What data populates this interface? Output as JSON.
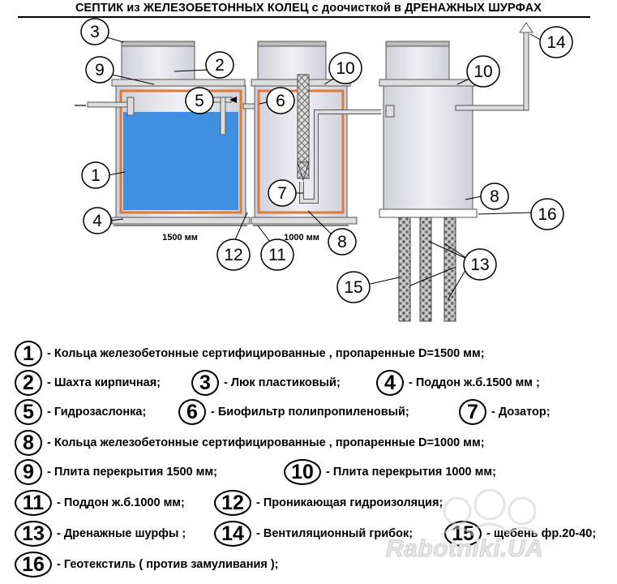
{
  "title": "СЕПТИК из ЖЕЛЕЗОБЕТОННЫХ КОЛЕЦ с доочисткой в ДРЕНАЖНЫХ ШУРФАХ",
  "dimensions": {
    "left_width": "1500 мм",
    "middle_width": "1000 мм"
  },
  "callouts": [
    "3",
    "14",
    "9",
    "2",
    "10",
    "10",
    "5",
    "6",
    "1",
    "7",
    "8",
    "4",
    "16",
    "12",
    "11",
    "8",
    "13",
    "15"
  ],
  "legend": [
    {
      "num": "1",
      "text": "Кольца железобетонные сертифицированные , пропаренные D=1500 мм;"
    },
    {
      "num": "2",
      "text": "Шахта кирпичная;"
    },
    {
      "num": "3",
      "text": "Люк пластиковый;"
    },
    {
      "num": "4",
      "text": "Поддон ж.б.1500 мм ;"
    },
    {
      "num": "5",
      "text": "Гидрозаслонка;"
    },
    {
      "num": "6",
      "text": "Биофильтр полипропиленовый;"
    },
    {
      "num": "7",
      "text": "Дозатор;"
    },
    {
      "num": "8",
      "text": "Кольца железобетонные сертифицированные , пропаренные  D=1000 мм;"
    },
    {
      "num": "9",
      "text": "Плита перекрытия 1500 мм;"
    },
    {
      "num": "10",
      "text": "Плита перекрытия 1000 мм;"
    },
    {
      "num": "11",
      "text": "Поддон ж.б.1000 мм;"
    },
    {
      "num": "12",
      "text": "Проникающая гидроизоляция;"
    },
    {
      "num": "13",
      "text": "Дренажные шурфы ;"
    },
    {
      "num": "14",
      "text": "Вентиляционный грибок;"
    },
    {
      "num": "15",
      "text": "щебень фр.20-40;"
    },
    {
      "num": "16",
      "text": "Геотекстиль ( против замуливания );"
    }
  ],
  "watermark": "Rabotniki.UA",
  "colors": {
    "water": "#3f8fe3",
    "waterproof": "#e07a3a",
    "concrete": "#e4e4ea",
    "gravel": "#8a8a8a"
  }
}
